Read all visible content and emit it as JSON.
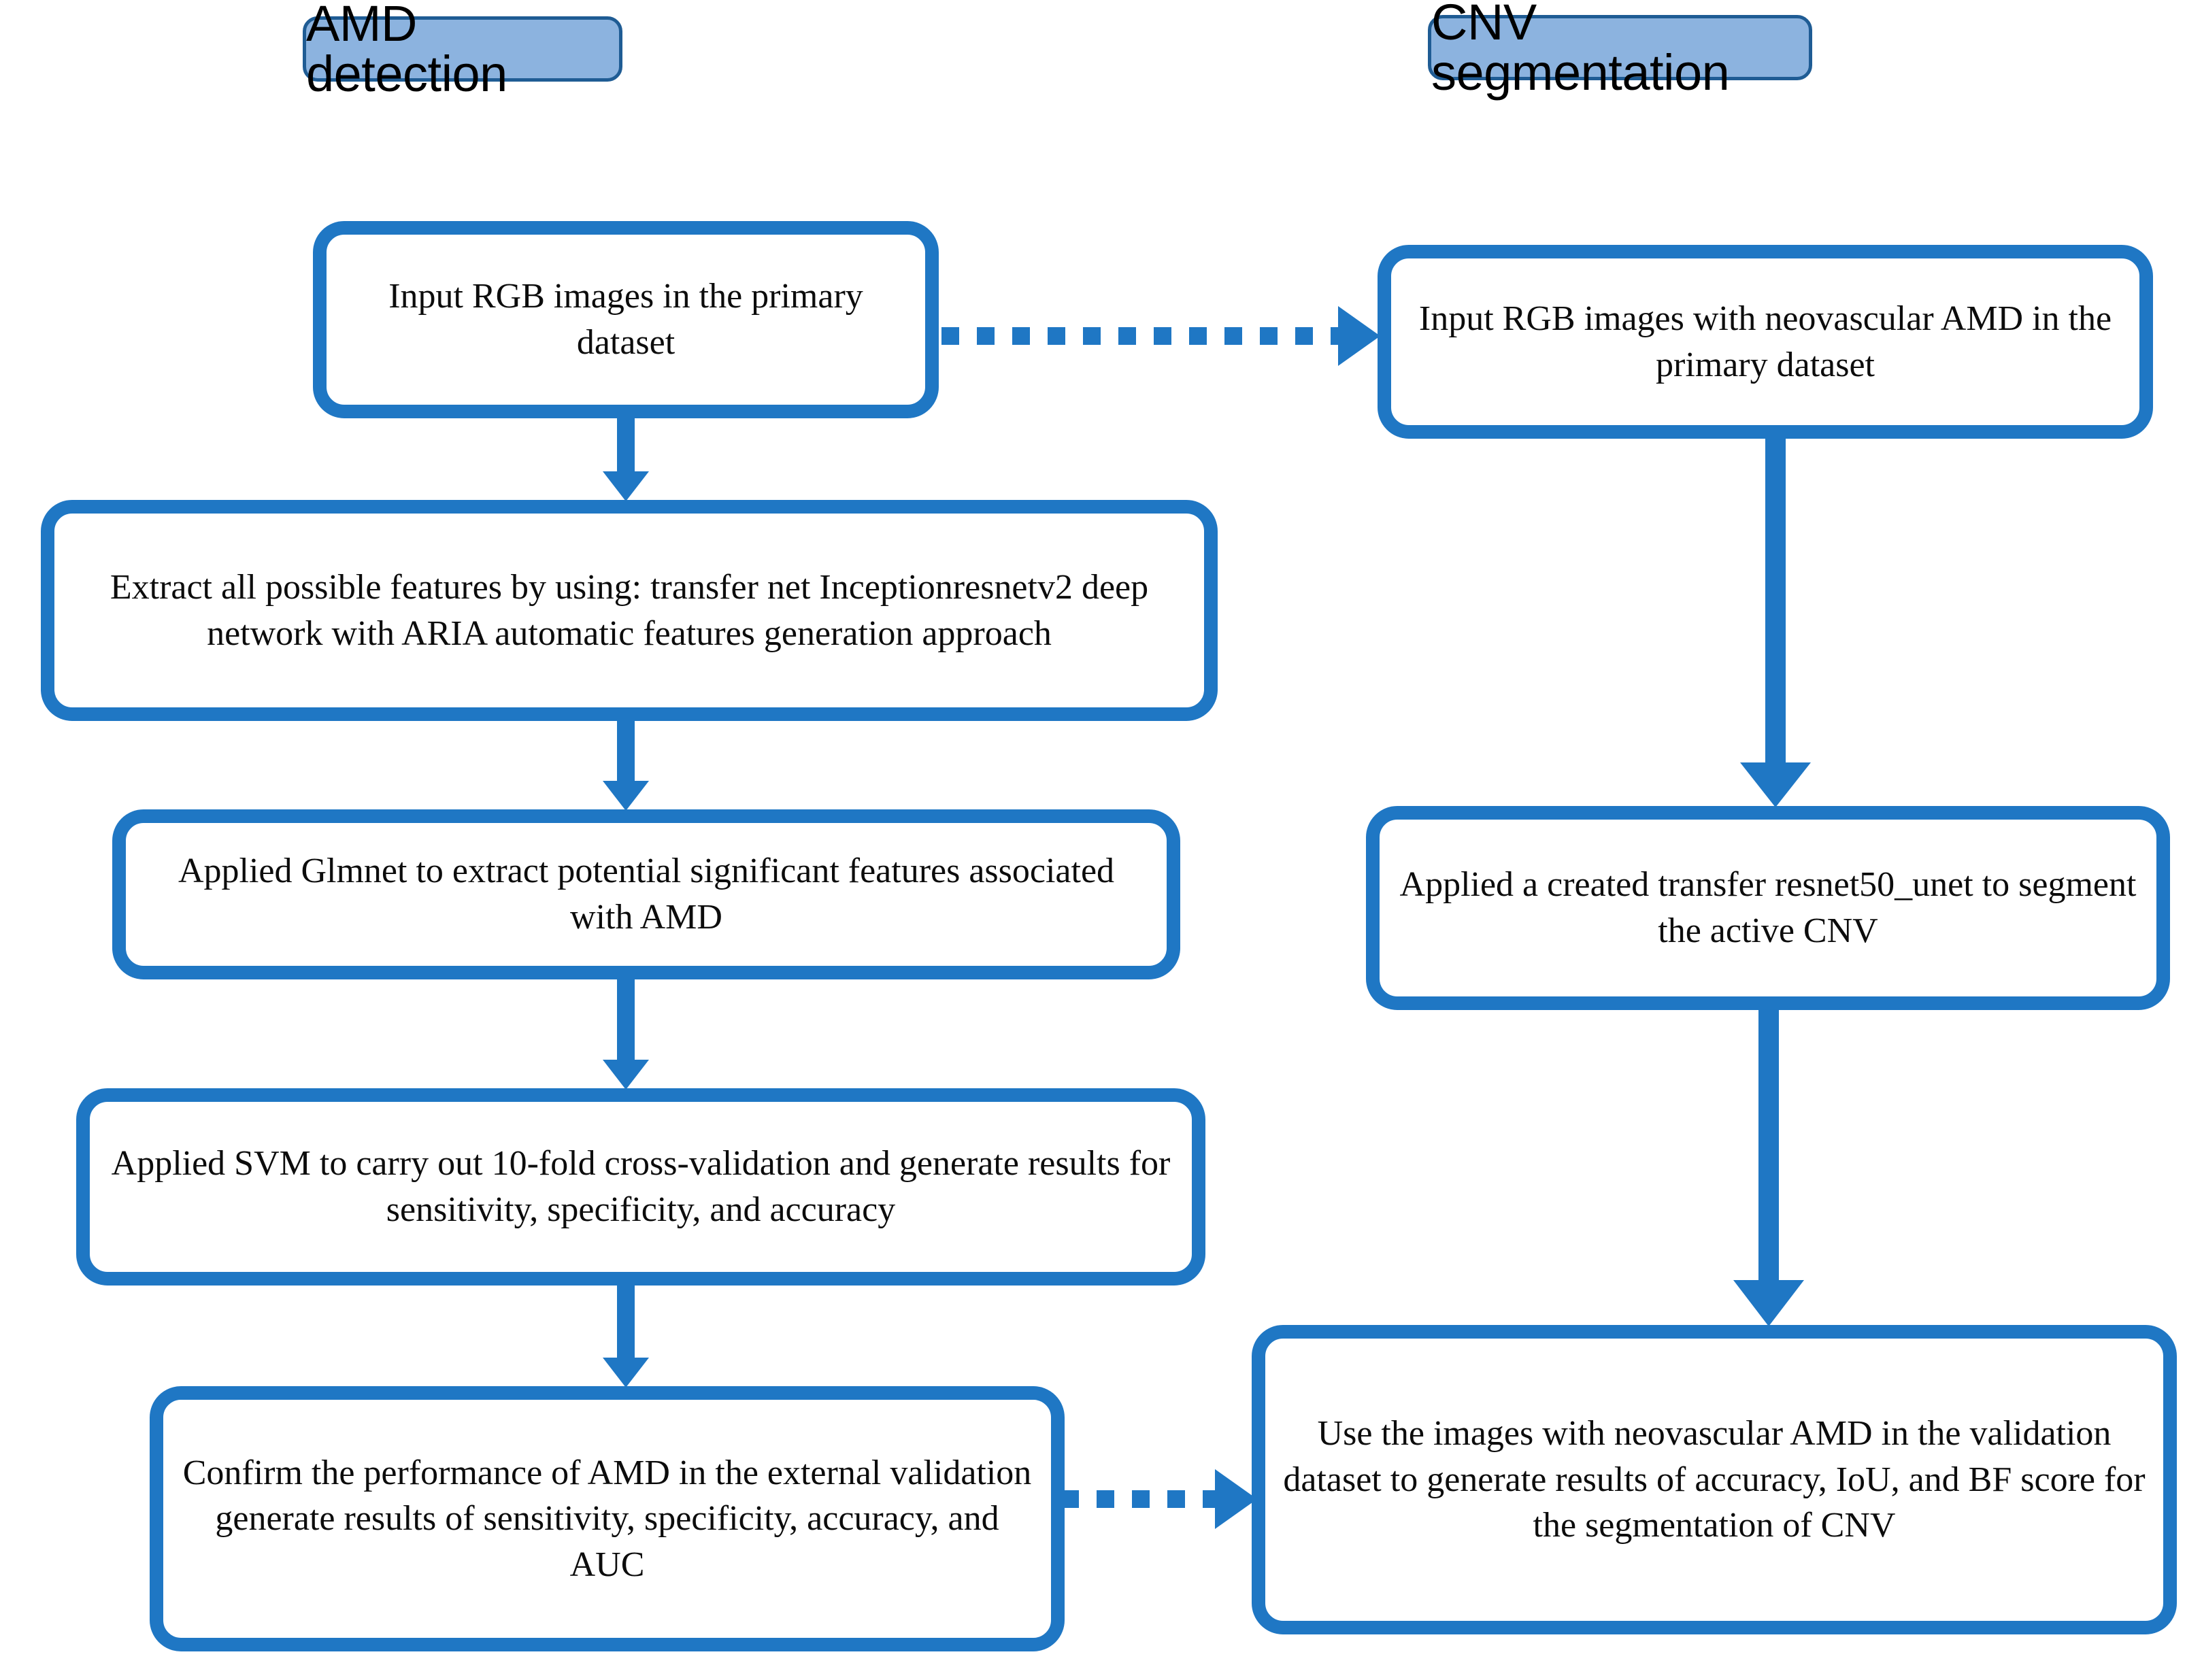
{
  "diagram": {
    "title": "AMD detection and CNV segmentation workflow",
    "colors": {
      "node_border": "#1F77C4",
      "node_fill": "#FFFFFF",
      "header_fill": "#8CB3DF",
      "header_border": "#1F5C94",
      "arrow": "#1F77C4",
      "text": "#0C0C0C",
      "background": "#FFFFFF"
    },
    "columns": [
      {
        "id": "left",
        "header": "AMD detection"
      },
      {
        "id": "right",
        "header": "CNV segmentation"
      }
    ],
    "nodes": {
      "left": [
        {
          "id": "l1",
          "text": "Input RGB images in the primary dataset"
        },
        {
          "id": "l2",
          "text": "Extract all possible features by using: transfer net Inceptionresnetv2 deep network with ARIA automatic features generation approach"
        },
        {
          "id": "l3",
          "text": "Applied Glmnet to extract potential significant features associated with AMD"
        },
        {
          "id": "l4",
          "text": "Applied SVM to carry out 10-fold cross-validation and generate results for sensitivity, specificity, and accuracy"
        },
        {
          "id": "l5",
          "text": "Confirm the performance of AMD in the external validation generate results of sensitivity, specificity, accuracy, and AUC"
        }
      ],
      "right": [
        {
          "id": "r1",
          "text": "Input RGB images with neovascular AMD in the primary dataset"
        },
        {
          "id": "r2",
          "text": "Applied a created transfer resnet50_unet to segment the active CNV"
        },
        {
          "id": "r3",
          "text": "Use the images with neovascular AMD in the validation dataset to generate results of accuracy, IoU, and BF score for the segmentation of CNV"
        }
      ]
    },
    "connectors": [
      {
        "id": "c1",
        "from": "l1",
        "to": "l2",
        "style": "solid",
        "direction": "down"
      },
      {
        "id": "c2",
        "from": "l2",
        "to": "l3",
        "style": "solid",
        "direction": "down"
      },
      {
        "id": "c3",
        "from": "l3",
        "to": "l4",
        "style": "solid",
        "direction": "down"
      },
      {
        "id": "c4",
        "from": "l4",
        "to": "l5",
        "style": "solid",
        "direction": "down"
      },
      {
        "id": "c5",
        "from": "l1",
        "to": "r1",
        "style": "dashed",
        "direction": "right"
      },
      {
        "id": "c6",
        "from": "r1",
        "to": "r2",
        "style": "solid",
        "direction": "down"
      },
      {
        "id": "c7",
        "from": "r2",
        "to": "r3",
        "style": "solid",
        "direction": "down"
      },
      {
        "id": "c8",
        "from": "l5",
        "to": "r3",
        "style": "dashed",
        "direction": "right"
      }
    ]
  }
}
